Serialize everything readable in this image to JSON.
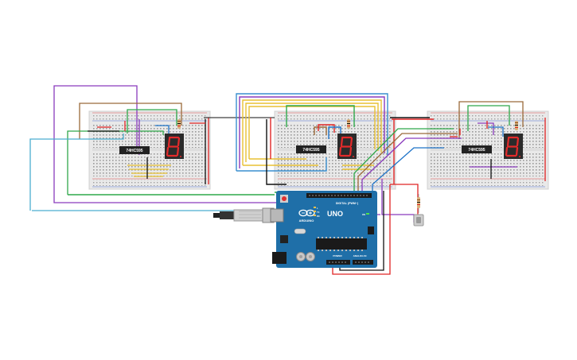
{
  "circuit": {
    "chips": [
      {
        "label": "74HC595"
      },
      {
        "label": "74HC595"
      },
      {
        "label": "74HC595"
      }
    ],
    "displays": [
      {
        "digit": "8"
      },
      {
        "digit": "8"
      },
      {
        "digit": "8"
      }
    ],
    "arduino": {
      "model": "UNO",
      "brand": "ARDUINO",
      "digital_label": "DIGITAL (PWM~)",
      "power_label": "POWER",
      "analog_label": "ANALOG IN",
      "tx_label": "TX",
      "rx_label": "RX",
      "on_label": "ON",
      "l_label": "L"
    }
  },
  "colors": {
    "breadboard": "#e9e9e9",
    "arduino": "#1f6fa8",
    "display": "#2b2b2b",
    "segment": "#e32b2b",
    "chip": "#222222"
  }
}
